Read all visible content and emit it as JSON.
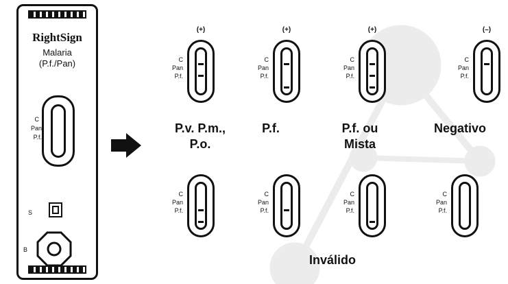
{
  "device": {
    "brand": "RightSign",
    "product": "Malaria",
    "variant": "(P.f./Pan)",
    "window_labels": [
      "C",
      "Pan",
      "P.f."
    ],
    "sample_well_label": "S",
    "buffer_well_label": "B"
  },
  "arrow_icon": "arrow-right-icon",
  "strip_labels": [
    "C",
    "Pan",
    "P.f."
  ],
  "results_top": [
    {
      "sign": "(+)",
      "label_lines": [
        "P.v. P.m.,",
        "P.o."
      ],
      "lines": [
        "C",
        "Pan"
      ]
    },
    {
      "sign": "(+)",
      "label_lines": [
        "P.f."
      ],
      "lines": [
        "C",
        "P.f."
      ]
    },
    {
      "sign": "(+)",
      "label_lines": [
        "P.f. ou",
        "Mista"
      ],
      "lines": [
        "C",
        "Pan",
        "P.f."
      ]
    },
    {
      "sign": "(–)",
      "label_lines": [
        "Negativo"
      ],
      "lines": [
        "C"
      ]
    }
  ],
  "results_bottom": [
    {
      "lines": [
        "Pan",
        "P.f."
      ]
    },
    {
      "lines": [
        "Pan"
      ]
    },
    {
      "lines": [
        "P.f."
      ]
    },
    {
      "lines": []
    }
  ],
  "invalid_label": "Inválido",
  "colors": {
    "ink": "#111111",
    "watermark": "#e9e9e9"
  }
}
